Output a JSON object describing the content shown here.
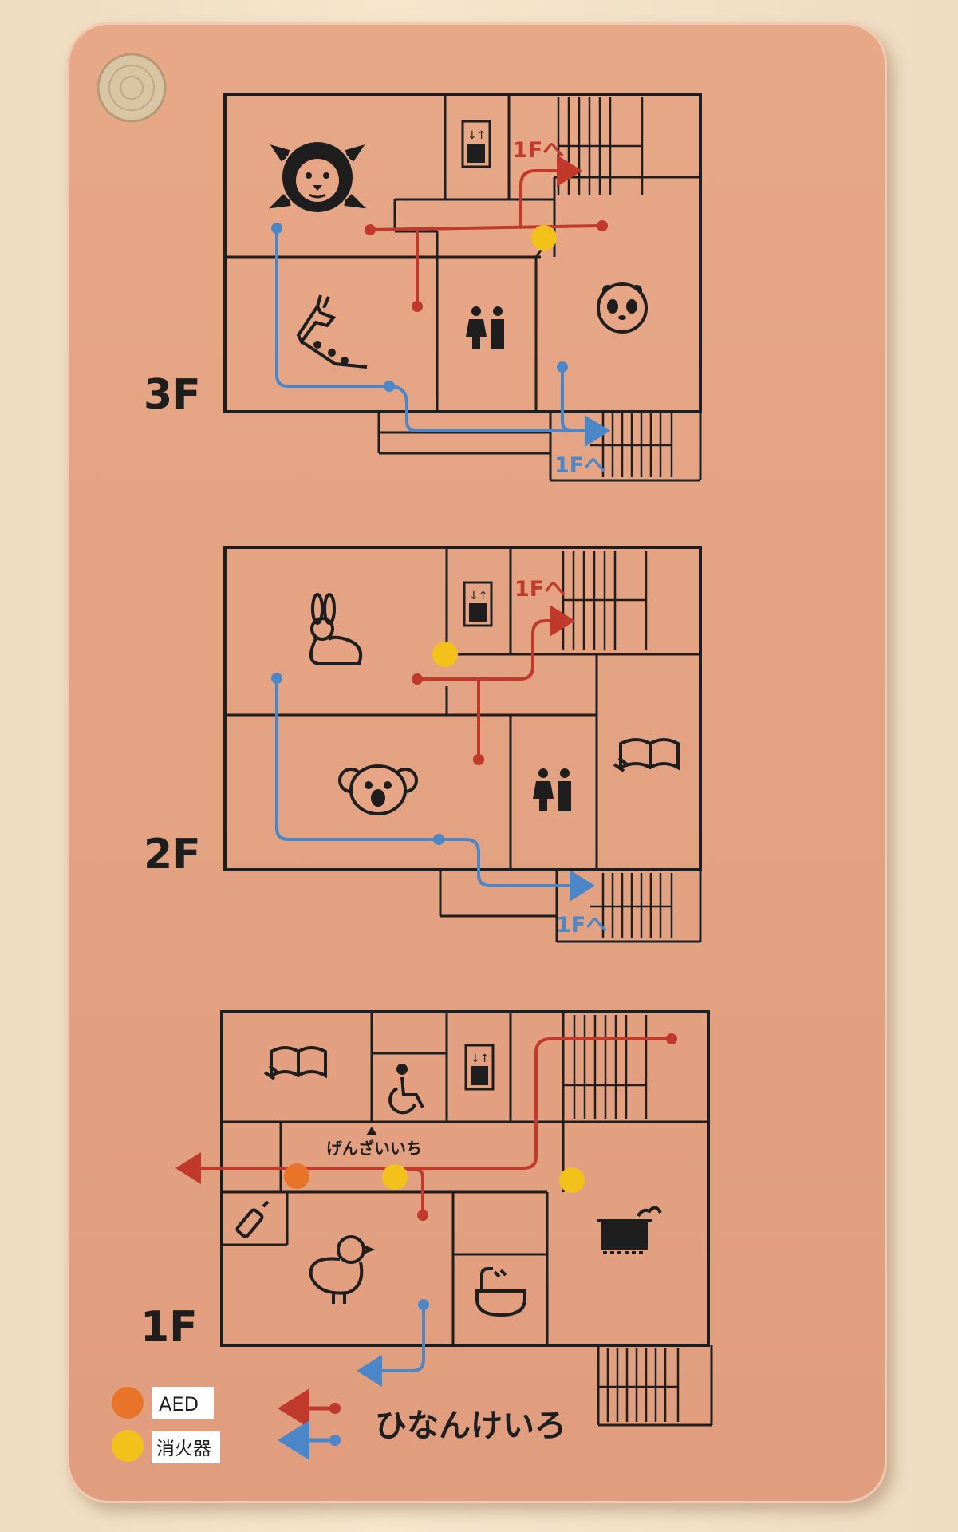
{
  "floors": {
    "f3": {
      "label": "3F",
      "arrow_red": "1Fへ",
      "arrow_blue": "1Fへ"
    },
    "f2": {
      "label": "2F",
      "arrow_red": "1Fへ",
      "arrow_blue": "1Fへ"
    },
    "f1": {
      "label": "1F",
      "current_location": "げんざいいち"
    }
  },
  "legend": {
    "aed_label": "AED",
    "extinguisher_label": "消火器",
    "route_label": "ひなんけいろ"
  },
  "colors": {
    "red_route": "#c0392b",
    "blue_route": "#4a86c8",
    "aed": "#e8742a",
    "extinguisher": "#f2c21a",
    "wall": "#1e1e1e"
  },
  "icons": [
    "lion-icon",
    "elevator-icon",
    "giraffe-icon",
    "restroom-icon",
    "panda-icon",
    "rabbit-icon",
    "koala-icon",
    "book-icon",
    "wheelchair-icon",
    "baby-bottle-icon",
    "chick-icon",
    "bath-icon",
    "cooking-pot-icon"
  ]
}
